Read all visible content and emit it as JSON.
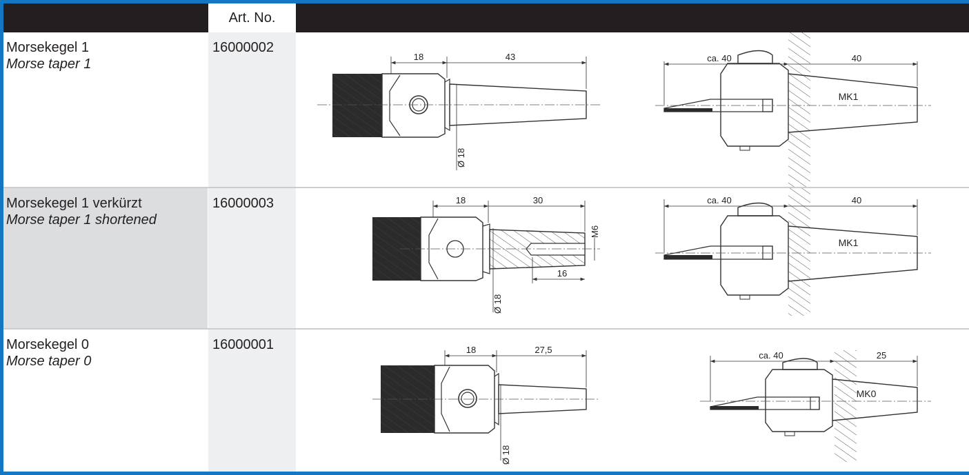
{
  "header": {
    "art_no": "Art. No."
  },
  "rows": [
    {
      "name_de": "Morsekegel 1",
      "name_en": "Morse taper 1",
      "art_no": "16000002",
      "left": {
        "d1": "18",
        "d2": "43",
        "dia": "Ø 18"
      },
      "right": {
        "d1": "ca. 40",
        "d2": "40",
        "label": "MK1"
      }
    },
    {
      "name_de": "Morsekegel 1 verkürzt",
      "name_en": "Morse taper 1 shortened",
      "art_no": "16000003",
      "left": {
        "d1": "18",
        "d2": "30",
        "d3": "16",
        "thread": "M6",
        "dia": "Ø 18"
      },
      "right": {
        "d1": "ca. 40",
        "d2": "40",
        "label": "MK1"
      }
    },
    {
      "name_de": "Morsekegel 0",
      "name_en": "Morse taper 0",
      "art_no": "16000001",
      "left": {
        "d1": "18",
        "d2": "27,5",
        "dia": "Ø 18"
      },
      "right": {
        "d1": "ca. 40",
        "d2": "25",
        "label": "MK0"
      }
    }
  ],
  "colors": {
    "frame": "#1477c4",
    "header": "#231f20",
    "row_shade": "#dcdddf",
    "art_shade": "#eeeff0"
  }
}
